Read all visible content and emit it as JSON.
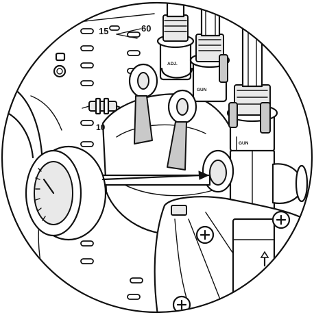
{
  "labels": {
    "marker_15": "15",
    "marker_60": "60",
    "marker_10": "10",
    "valve_adj": "ADJ.",
    "valve_gun_mid": "GUN",
    "valve_gun_front": "GUN"
  },
  "colors": {
    "line": "#111111",
    "fill_light": "#e9e9e9",
    "fill_dark": "#c9c9c9",
    "background": "#ffffff"
  },
  "icons": {
    "arrow": "arrow-right-icon",
    "flow_arrow": "arrow-up-icon"
  }
}
